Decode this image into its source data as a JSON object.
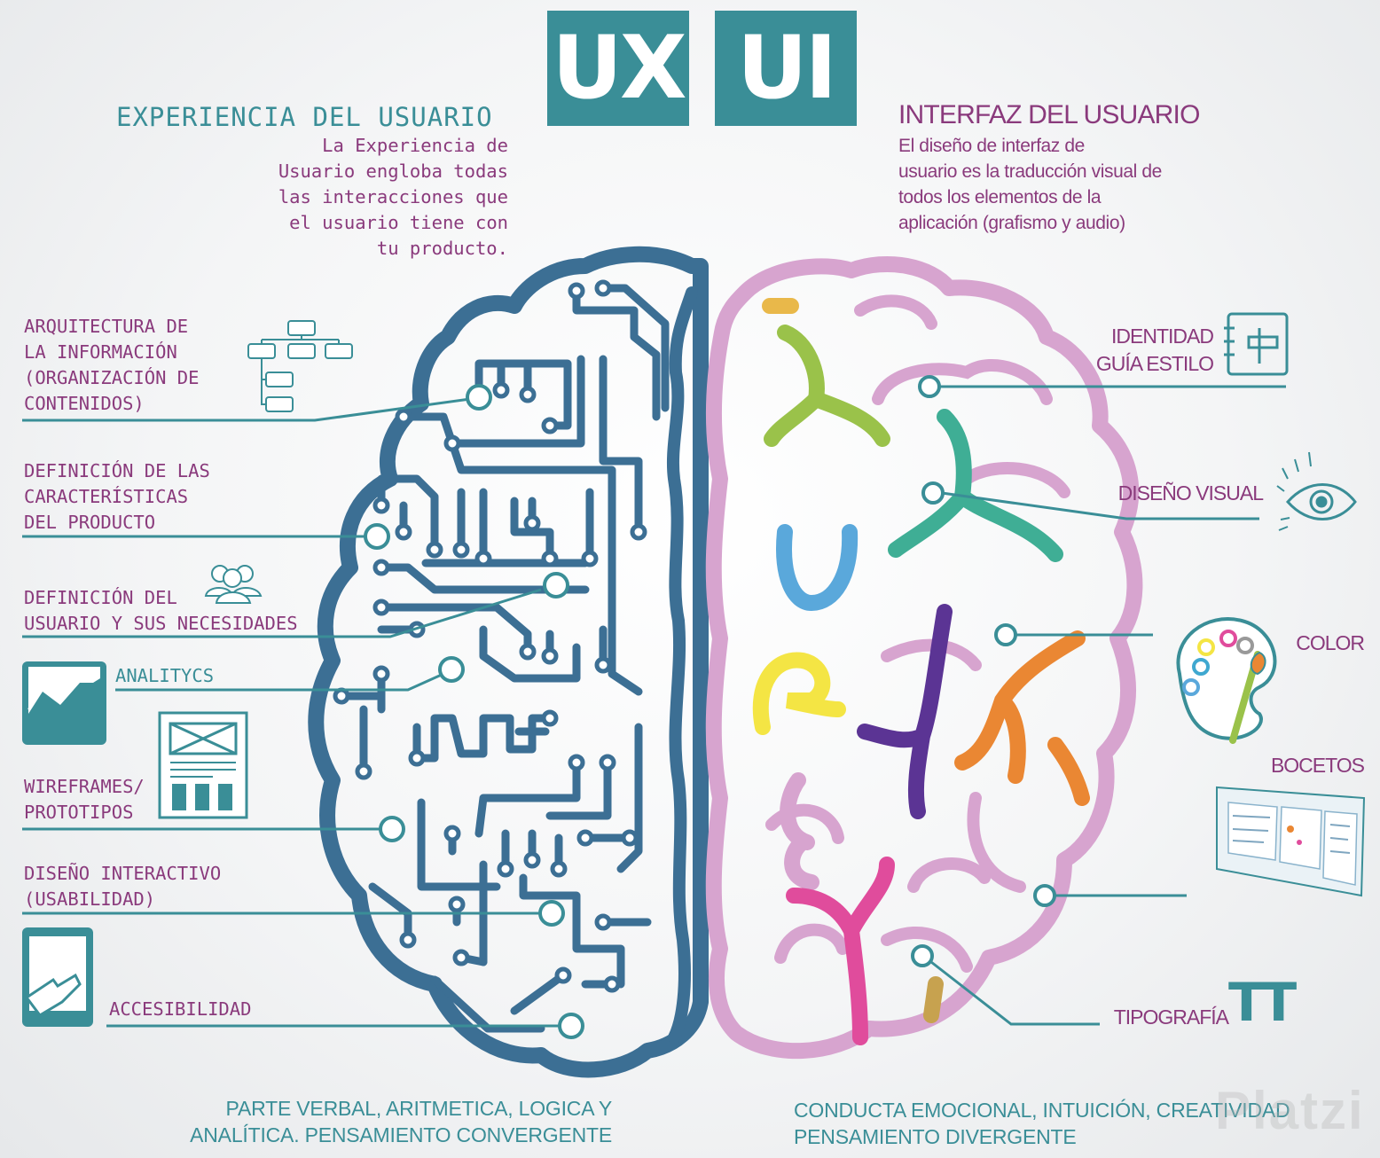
{
  "titles": {
    "ux": "UX",
    "ui": "UI"
  },
  "ux": {
    "heading": "EXPERIENCIA DEL USUARIO",
    "description": "La Experiencia de\nUsuario engloba todas\nlas interacciones que\nel usuario tiene con\ntu producto.",
    "labels": {
      "arquitectura": "ARQUITECTURA DE\nLA INFORMACIÓN\n(ORGANIZACIÓN DE\nCONTENIDOS)",
      "definicion_producto": "DEFINICIÓN DE LAS\nCARACTERÍSTICAS\nDEL PRODUCTO",
      "definicion_usuario": "DEFINICIÓN DEL\nUSUARIO Y SUS NECESIDADES",
      "analitycs": "ANALITYCS",
      "wireframes": "WIREFRAMES/\nPROTOTIPOS",
      "diseno_interactivo": "DISEÑO INTERACTIVO\n(USABILIDAD)",
      "accesibilidad": "ACCESIBILIDAD"
    },
    "footer": "PARTE VERBAL, ARITMETICA, LOGICA Y\nANALÍTICA. PENSAMIENTO CONVERGENTE"
  },
  "ui": {
    "heading": "INTERFAZ DEL USUARIO",
    "description": "El diseño de interfaz de\nusuario es la traducción visual de\ntodos los elementos de la\naplicación (grafismo y audio)",
    "labels": {
      "identidad": "IDENTIDAD\nGUÍA ESTILO",
      "diseno_visual": "DISEÑO VISUAL",
      "color": "COLOR",
      "bocetos": "BOCETOS",
      "tipografia": "TIPOGRAFÍA",
      "tipografia_glyph": "TT"
    },
    "footer": "CONDUCTA EMOCIONAL, INTUICIÓN, CREATIVIDAD\nPENSAMIENTO DIVERGENTE"
  },
  "watermark": "Platzi",
  "colors": {
    "teal": "#3a8e97",
    "brain_left": "#3c6f94",
    "brain_right": "#d7a4cf",
    "purple_text": "#8a3a7c"
  }
}
